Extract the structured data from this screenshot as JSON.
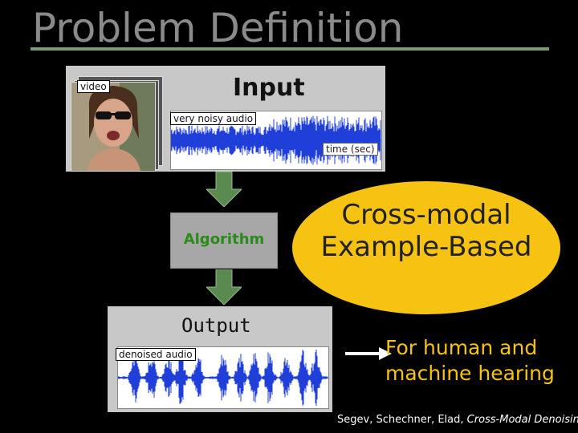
{
  "slide": {
    "title": "Problem Definition",
    "input_label": "Input",
    "video_tag": "video",
    "noisy_audio_tag": "very noisy audio",
    "time_axis_label": "time (sec)",
    "algorithm_label": "Algorithm",
    "approach_line1": "Cross-modal",
    "approach_line2": "Example-Based",
    "output_label": "Output",
    "denoised_audio_tag": "denoised audio",
    "use_line1": "For human and",
    "use_line2": "machine hearing",
    "citation_authors": "Segev, Schechner, Elad, ",
    "citation_title": "Cross-Modal Denoising"
  },
  "colors": {
    "title": "#8a8a8a",
    "title_rule": "#7a9a70",
    "panel": "#c8c8c8",
    "waveform": "#1f3fd8",
    "arrow": "#5a8a50",
    "algorithm_text": "#2a8a1a",
    "highlight": "#f7c313"
  }
}
